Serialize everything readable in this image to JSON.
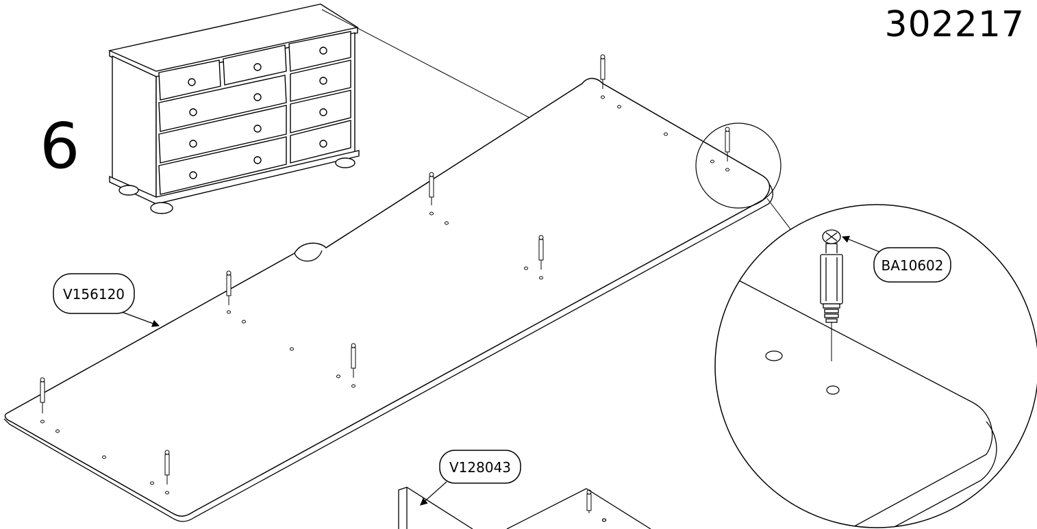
{
  "header": {
    "document_number": "302217"
  },
  "step": {
    "number": "6"
  },
  "callouts": {
    "top_panel_part": "V156120",
    "side_panel_part": "V128043",
    "dowel_part": "BA10602"
  }
}
